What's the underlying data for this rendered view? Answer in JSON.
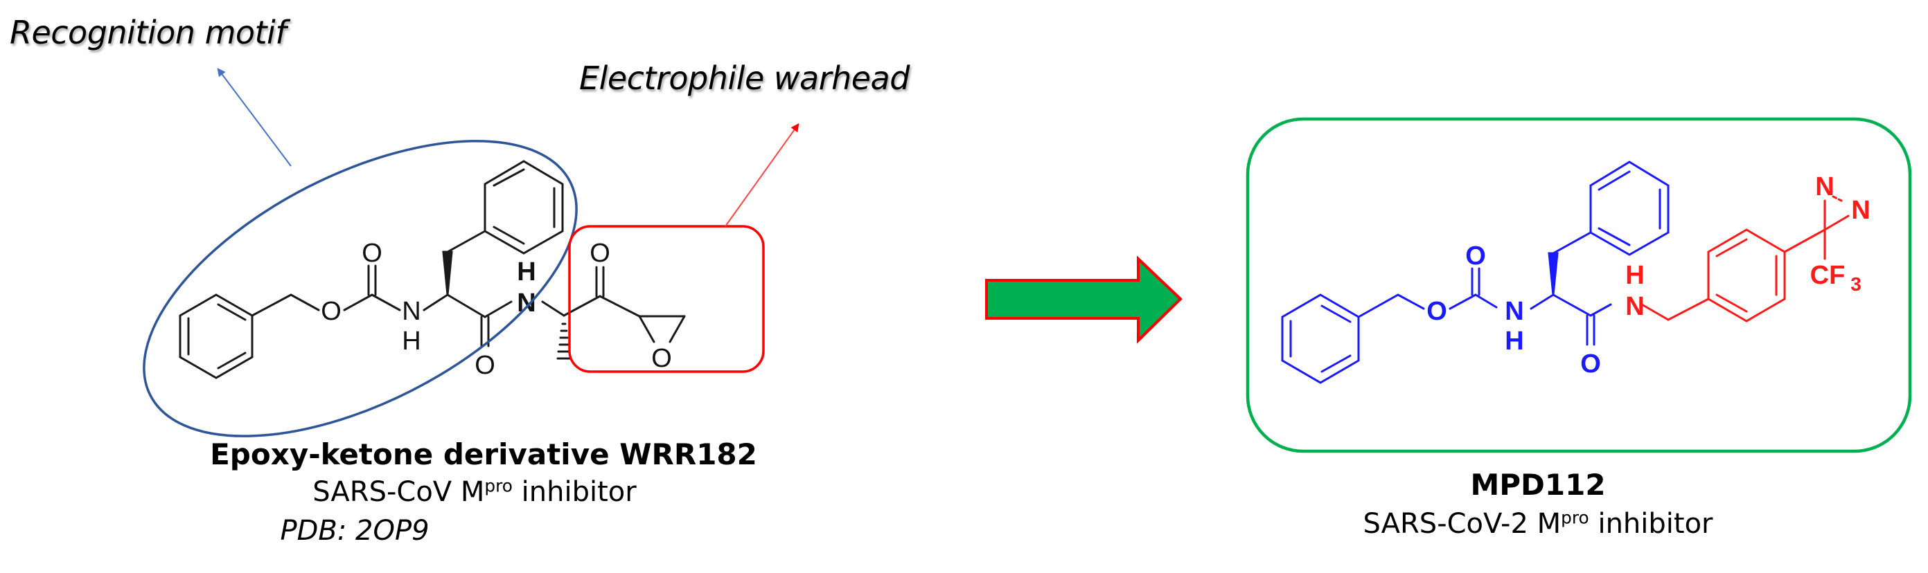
{
  "annotations": {
    "recognition_motif": "Recognition motif",
    "electrophile_warhead": "Electrophile warhead"
  },
  "left_compound": {
    "name": "Epoxy-ketone derivative WRR182",
    "activity_prefix": "SARS-CoV M",
    "activity_sup": "pro",
    "activity_suffix": " inhibitor",
    "pdb": "PDB: 2OP9",
    "atom_labels": {
      "O": "O",
      "N": "N",
      "H": "H"
    }
  },
  "right_compound": {
    "name": "MPD112",
    "activity_prefix": "SARS-CoV-2 M",
    "activity_sup": "pro",
    "activity_suffix": " inhibitor",
    "atom_labels": {
      "O": "O",
      "N": "N",
      "H": "H",
      "CF": "CF",
      "sub3": "3"
    }
  },
  "colors": {
    "ellipse": "#2e5597",
    "recognition_arrow": "#4472c4",
    "warhead_box": "#ff0000",
    "transform_arrow_fill": "#00b050",
    "transform_arrow_stroke": "#ff0000",
    "result_box": "#00b050",
    "motif_blue": "#1a1aff",
    "photo_red": "#ff1a1a",
    "bond_black": "#1a1a1a"
  }
}
